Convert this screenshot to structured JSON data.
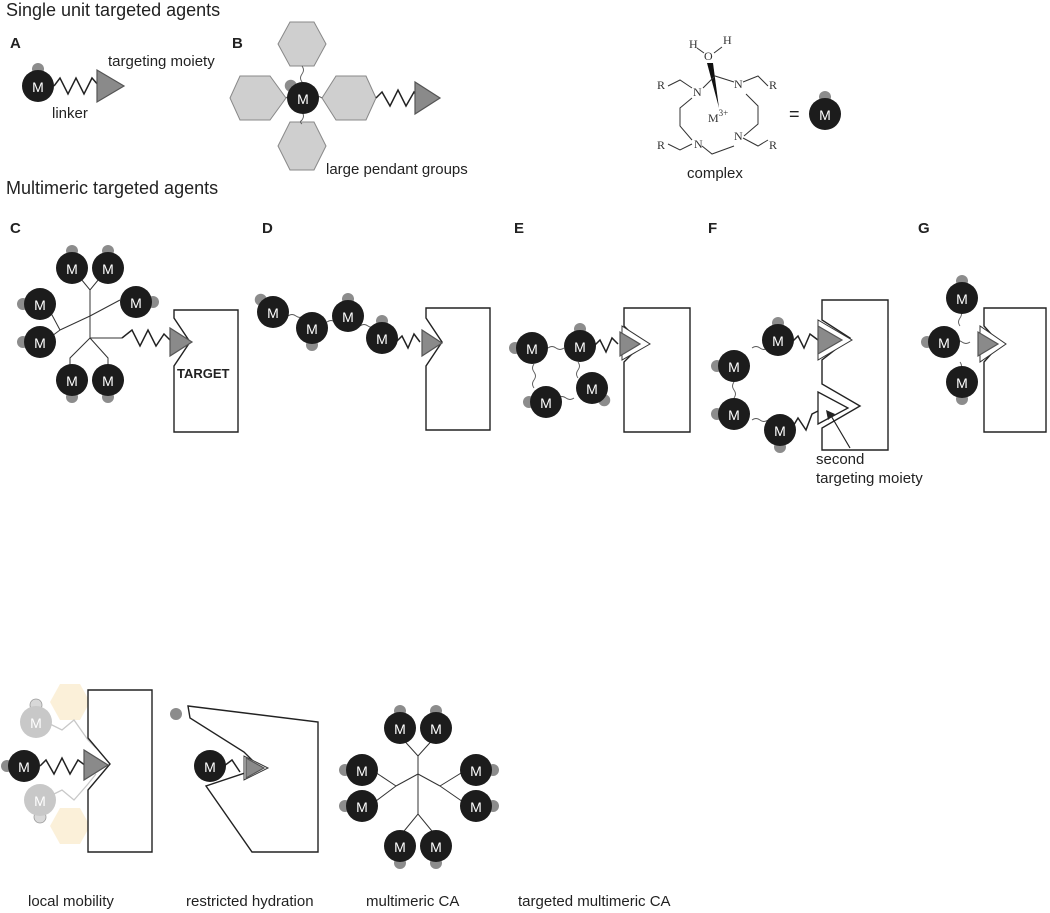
{
  "headings": {
    "single": "Single unit targeted agents",
    "multi": "Multimeric targeted agents"
  },
  "panel_letters": [
    "A",
    "B",
    "C",
    "D",
    "E",
    "F",
    "G"
  ],
  "labels": {
    "targeting_moiety": "targeting moiety",
    "linker": "linker",
    "large_pendant_groups": "large pendant groups",
    "complex": "complex",
    "equals": "=",
    "target": "TARGET",
    "second_targeting_line1": "second",
    "second_targeting_line2": "targeting moiety"
  },
  "metal_symbol": "M",
  "chem": {
    "m3": "M",
    "m3_sup": "3+",
    "n": "N",
    "r": "R",
    "o": "O",
    "h": "H"
  },
  "bottom_labels": [
    "local mobility",
    "restricted hydration",
    "multimeric CA",
    "targeted multimeric CA"
  ],
  "colors": {
    "metal": "#1c1c1c",
    "water": "#8c8c8c",
    "triangle": "#8a8a8a",
    "pendant": "#cfcfcf",
    "faded_metal": "#c8c8c8",
    "faded_gold": "#f7e2b4"
  }
}
